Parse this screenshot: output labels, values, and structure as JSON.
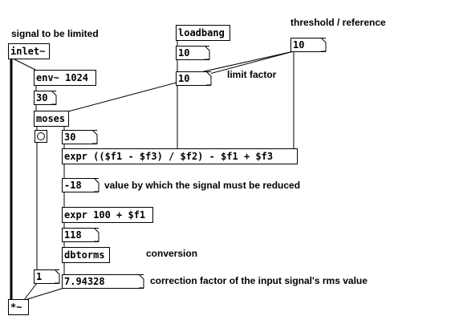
{
  "comments": {
    "signal": "signal to be limited",
    "threshold": "threshold / reference",
    "limit": "limit factor",
    "value_reduce": "value by which the signal must be reduced",
    "conversion": "conversion",
    "correction": "correction factor of the input signal's rms value"
  },
  "objects": {
    "inlet": "inlet~",
    "env": "env~ 1024",
    "moses": "moses",
    "loadbang": "loadbang",
    "expr_main": "expr (($f1 - $f3) / $f2) - $f1 + $f3",
    "expr_add": "expr 100 + $f1",
    "dbtorms": "dbtorms",
    "mult": "*~"
  },
  "numbers": {
    "env_out": "30",
    "moses_right": "30",
    "loadbang_out": "10",
    "limit_factor": "10",
    "threshold": "10",
    "reduce": "-18",
    "plus100": "118",
    "left_one": "1",
    "correction": "7.94328"
  }
}
